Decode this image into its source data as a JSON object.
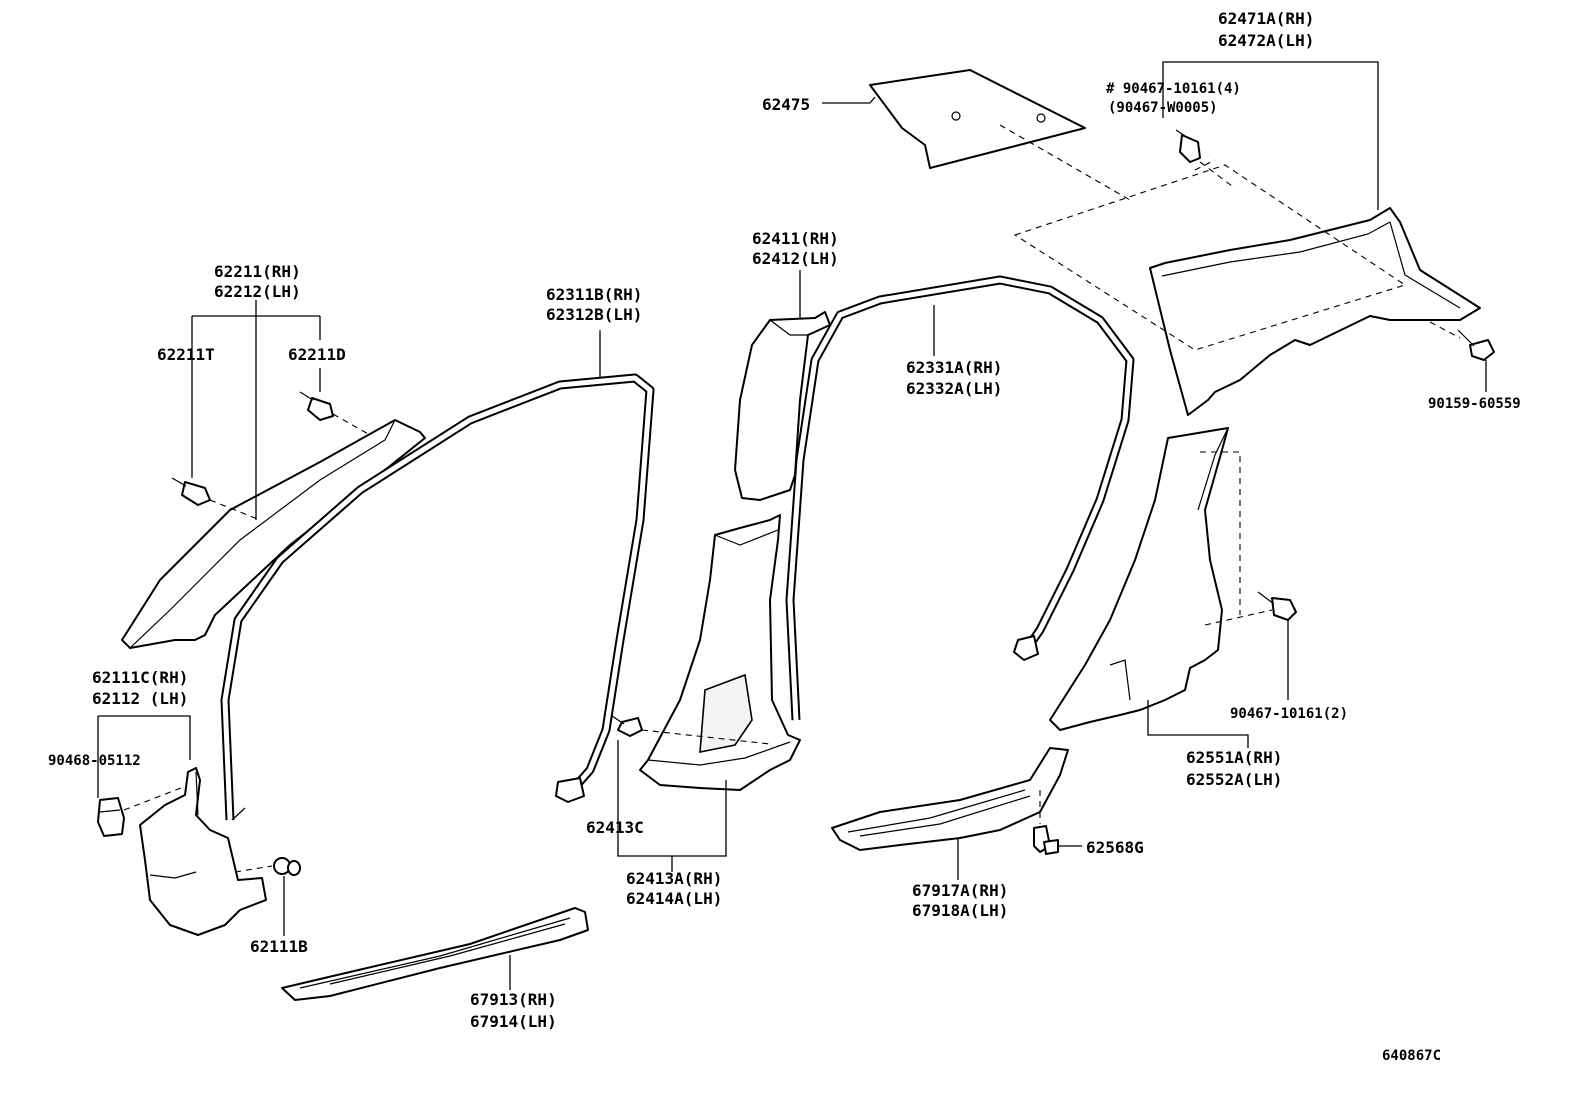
{
  "labels": {
    "p62471": "62471A(RH)",
    "p62472": "62472A(LH)",
    "p90467_10161_4": "# 90467-10161(4)",
    "p90467_W0005": "(90467-W0005)",
    "p62475": "62475",
    "p62411": "62411(RH)",
    "p62412": "62412(LH)",
    "p62211": "62211(RH)",
    "p62212": "62212(LH)",
    "p62211T": "62211T",
    "p62211D": "62211D",
    "p62311B": "62311B(RH)",
    "p62312B": "62312B(LH)",
    "p62331A": "62331A(RH)",
    "p62332A": "62332A(LH)",
    "p90159": "90159-60559",
    "p62111C": "62111C(RH)",
    "p62112": "62112  (LH)",
    "p90468": "90468-05112",
    "p62111B": "62111B",
    "p62413C": "62413C",
    "p62413A": "62413A(RH)",
    "p62414A": "62414A(LH)",
    "p90467_10161_2": "90467-10161(2)",
    "p62551A": "62551A(RH)",
    "p62552A": "62552A(LH)",
    "p62568G": "62568G",
    "p67917A": "67917A(RH)",
    "p67918A": "67918A(LH)",
    "p67913": "67913(RH)",
    "p67914": "67914(LH)",
    "diagram_code": "640867C"
  }
}
